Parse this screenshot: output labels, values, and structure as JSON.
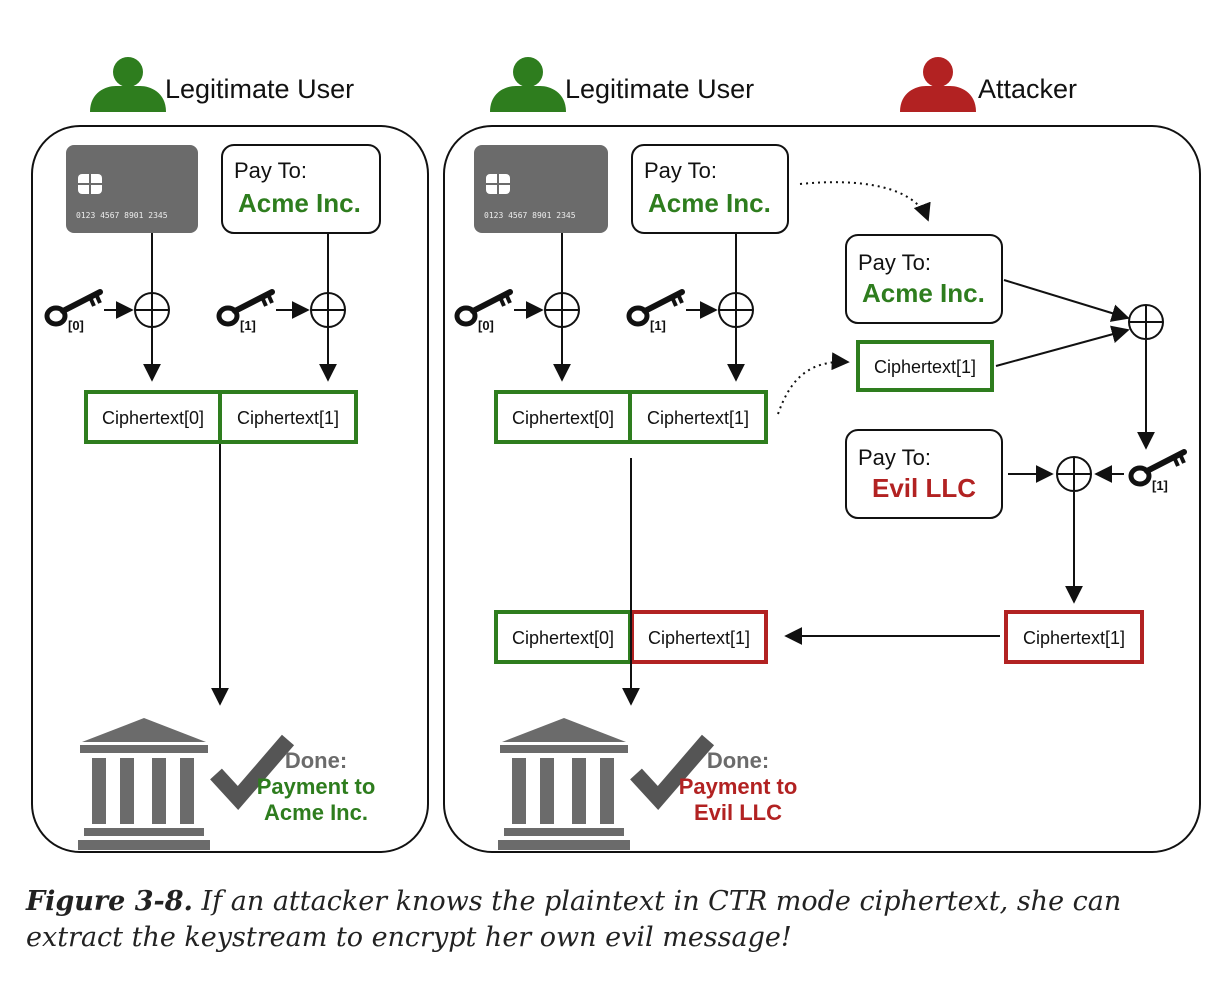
{
  "labels": {
    "legitimate_user_left": "Legitimate User",
    "legitimate_user_right": "Legitimate User",
    "attacker": "Attacker",
    "pay_to": "Pay To:",
    "acme": "Acme Inc.",
    "evil": "Evil LLC",
    "card_number": "0123 4567 8901 2345",
    "key0": "[0]",
    "key1": "[1]",
    "ct0": "Ciphertext[0]",
    "ct1": "Ciphertext[1]",
    "done": "Done:",
    "payment_to": "Payment to",
    "acme_dest": "Acme Inc.",
    "evil_dest": "Evil LLC"
  },
  "caption": {
    "figure": "Figure 3-8.",
    "text": "If an attacker knows the plaintext in CTR mode ciphertext, she can extract the keystream to encrypt her own evil message!"
  },
  "colors": {
    "green": "#2e7d1e",
    "red": "#b22222",
    "card": "#6b6b6b",
    "line": "#111111"
  }
}
